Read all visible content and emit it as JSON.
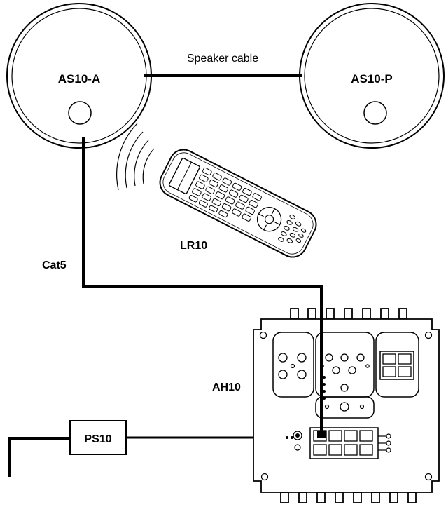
{
  "labels": {
    "active_speaker": "AS10-A",
    "passive_speaker": "AS10-P",
    "speaker_cable": "Speaker cable",
    "remote": "LR10",
    "cat5": "Cat5",
    "hub": "AH10",
    "power_supply": "PS10"
  },
  "colors": {
    "line": "#000000",
    "background": "#ffffff"
  }
}
